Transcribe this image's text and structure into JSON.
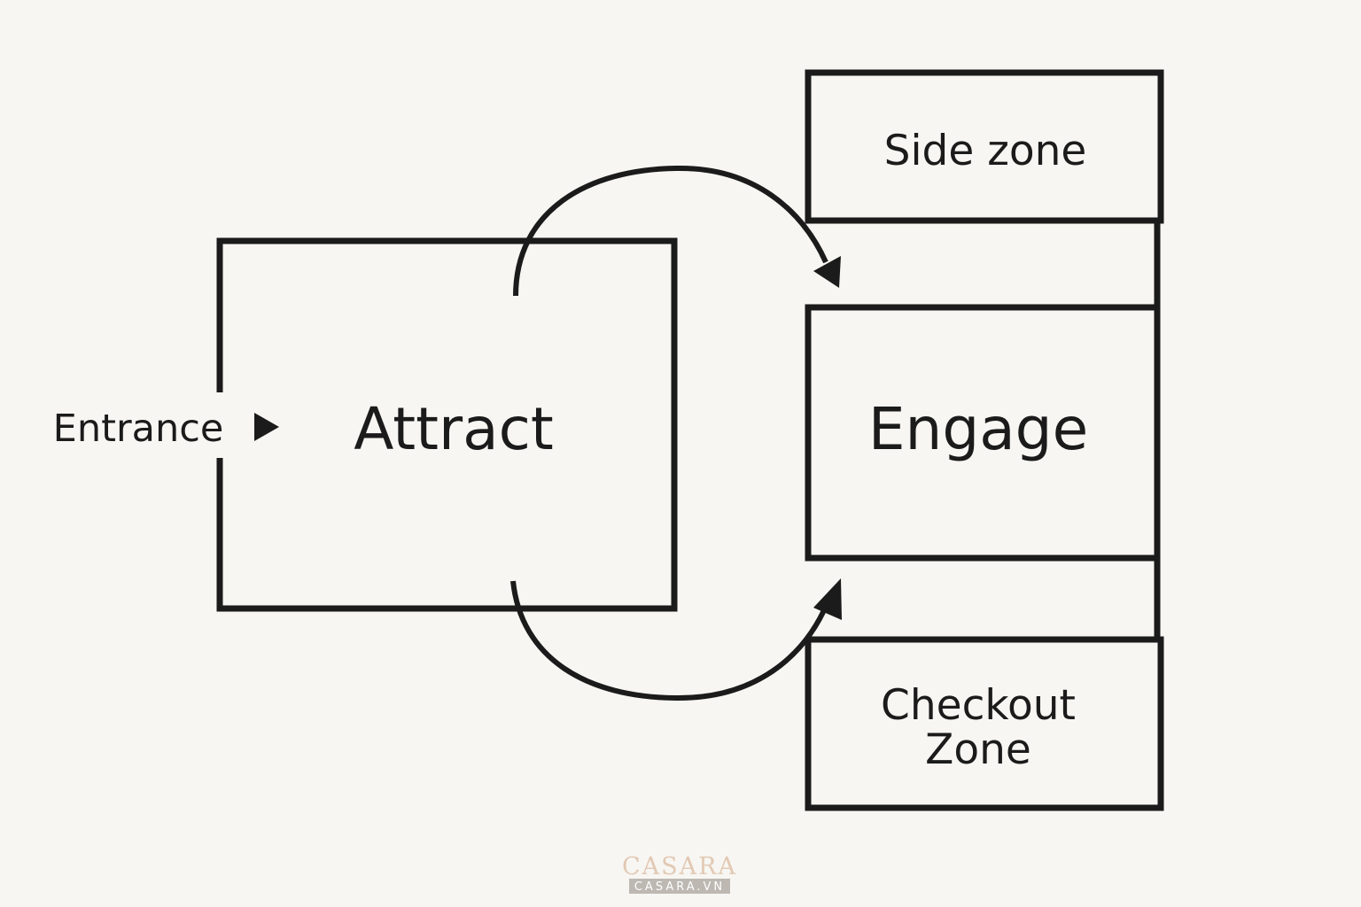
{
  "diagram": {
    "entrance_label": "Entrance",
    "attract_label": "Attract",
    "engage_label": "Engage",
    "side_zone_label": "Side zone",
    "checkout_zone_label_line1": "Checkout",
    "checkout_zone_label_line2": "Zone"
  },
  "watermark": {
    "brand": "CASARA",
    "domain": "CASARA.VN"
  }
}
